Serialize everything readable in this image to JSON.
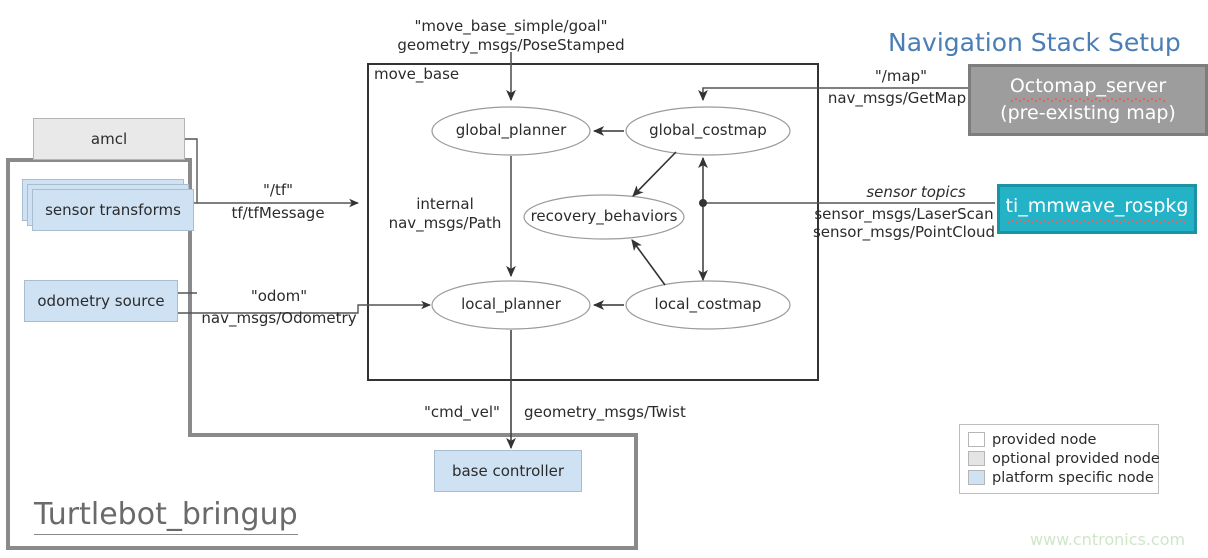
{
  "title": "Navigation Stack Setup",
  "watermark": "www.cntronics.com",
  "containers": {
    "move_base_label": "move_base",
    "bringup_label": "Turtlebot_bringup"
  },
  "external_nodes": [
    {
      "id": "octomap",
      "line1": "Octomap_server",
      "line2": "(pre-existing  map)",
      "color": "#9d9d9d"
    },
    {
      "id": "mmwave",
      "line1": "ti_mmwave_rospkg",
      "line2": "",
      "color": "#23b2c6"
    }
  ],
  "left_nodes": [
    {
      "id": "amcl",
      "label": "amcl",
      "kind": "optional provided node"
    },
    {
      "id": "sensor_transforms",
      "label": "sensor transforms",
      "kind": "platform specific node"
    },
    {
      "id": "odometry_source",
      "label": "odometry source",
      "kind": "platform specific node"
    },
    {
      "id": "base_controller",
      "label": "base controller",
      "kind": "platform specific node"
    }
  ],
  "move_base_nodes": [
    {
      "id": "global_planner",
      "label": "global_planner"
    },
    {
      "id": "global_costmap",
      "label": "global_costmap"
    },
    {
      "id": "recovery_behaviors",
      "label": "recovery_behaviors"
    },
    {
      "id": "local_planner",
      "label": "local_planner"
    },
    {
      "id": "local_costmap",
      "label": "local_costmap"
    }
  ],
  "edge_labels": {
    "goal_topic": "\"move_base_simple/goal\"",
    "goal_type": "geometry_msgs/PoseStamped",
    "tf_topic": "\"/tf\"",
    "tf_type": "tf/tfMessage",
    "odom_topic": "\"odom\"",
    "odom_type": "nav_msgs/Odometry",
    "internal_1": "internal",
    "internal_2": "nav_msgs/Path",
    "map_topic": "\"/map\"",
    "map_type": "nav_msgs/GetMap",
    "sensor_topics": "sensor topics",
    "sensor_type_1": "sensor_msgs/LaserScan",
    "sensor_type_2": "sensor_msgs/PointCloud",
    "cmdvel_topic": "\"cmd_vel\"",
    "cmdvel_type": "geometry_msgs/Twist"
  },
  "legend": [
    {
      "swatch": "white",
      "label": "provided node"
    },
    {
      "swatch": "gray",
      "label": "optional provided node"
    },
    {
      "swatch": "blue",
      "label": "platform specific node"
    }
  ],
  "colors": {
    "title": "#4a7eb5",
    "teal": "#23b2c6",
    "gray_node": "#9d9d9d",
    "blue_node": "#cfe2f3",
    "optional_node": "#e9e9e9",
    "watermark": "#cfe6c8",
    "edge": "#444444",
    "container": "#7a7a7a"
  }
}
